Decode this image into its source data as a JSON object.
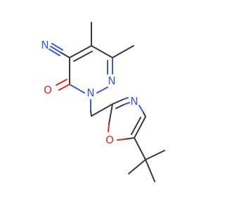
{
  "molecule": {
    "atoms": {
      "nitrile_n": "N",
      "carbonyl_o": "O",
      "ring_n1": "N",
      "ring_n2": "N",
      "oxazole_n": "N",
      "oxazole_o": "O"
    },
    "colors": {
      "bond": "#3a3a3a",
      "nitrogen": "#3d59d6",
      "oxygen": "#e22a1e",
      "background": "#ffffff"
    }
  }
}
